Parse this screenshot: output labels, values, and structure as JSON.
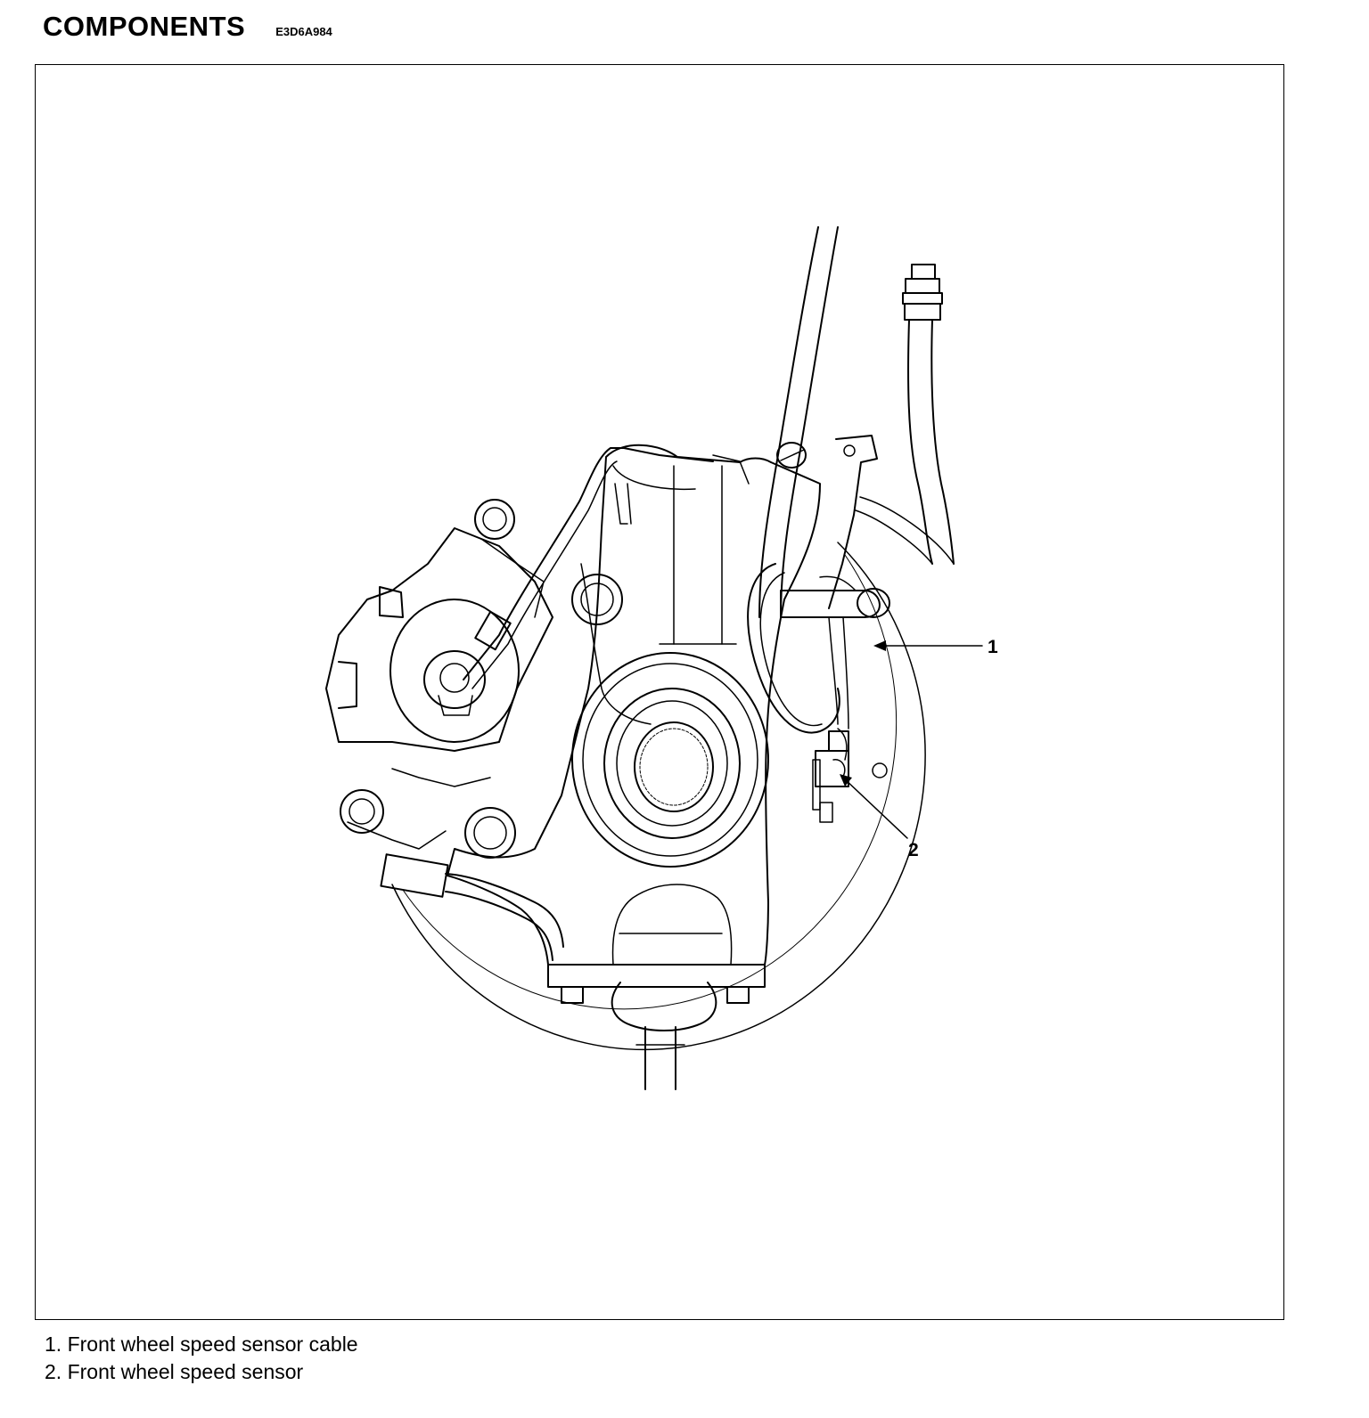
{
  "header": {
    "title": "COMPONENTS",
    "code": "E3D6A984"
  },
  "diagram": {
    "callouts": [
      {
        "number": "1",
        "label": "Front wheel speed sensor cable"
      },
      {
        "number": "2",
        "label": "Front wheel speed sensor"
      }
    ]
  },
  "legend": {
    "items": [
      "1. Front wheel speed sensor cable",
      "2. Front wheel speed sensor"
    ]
  },
  "colors": {
    "ink": "#000000",
    "paper": "#ffffff"
  }
}
